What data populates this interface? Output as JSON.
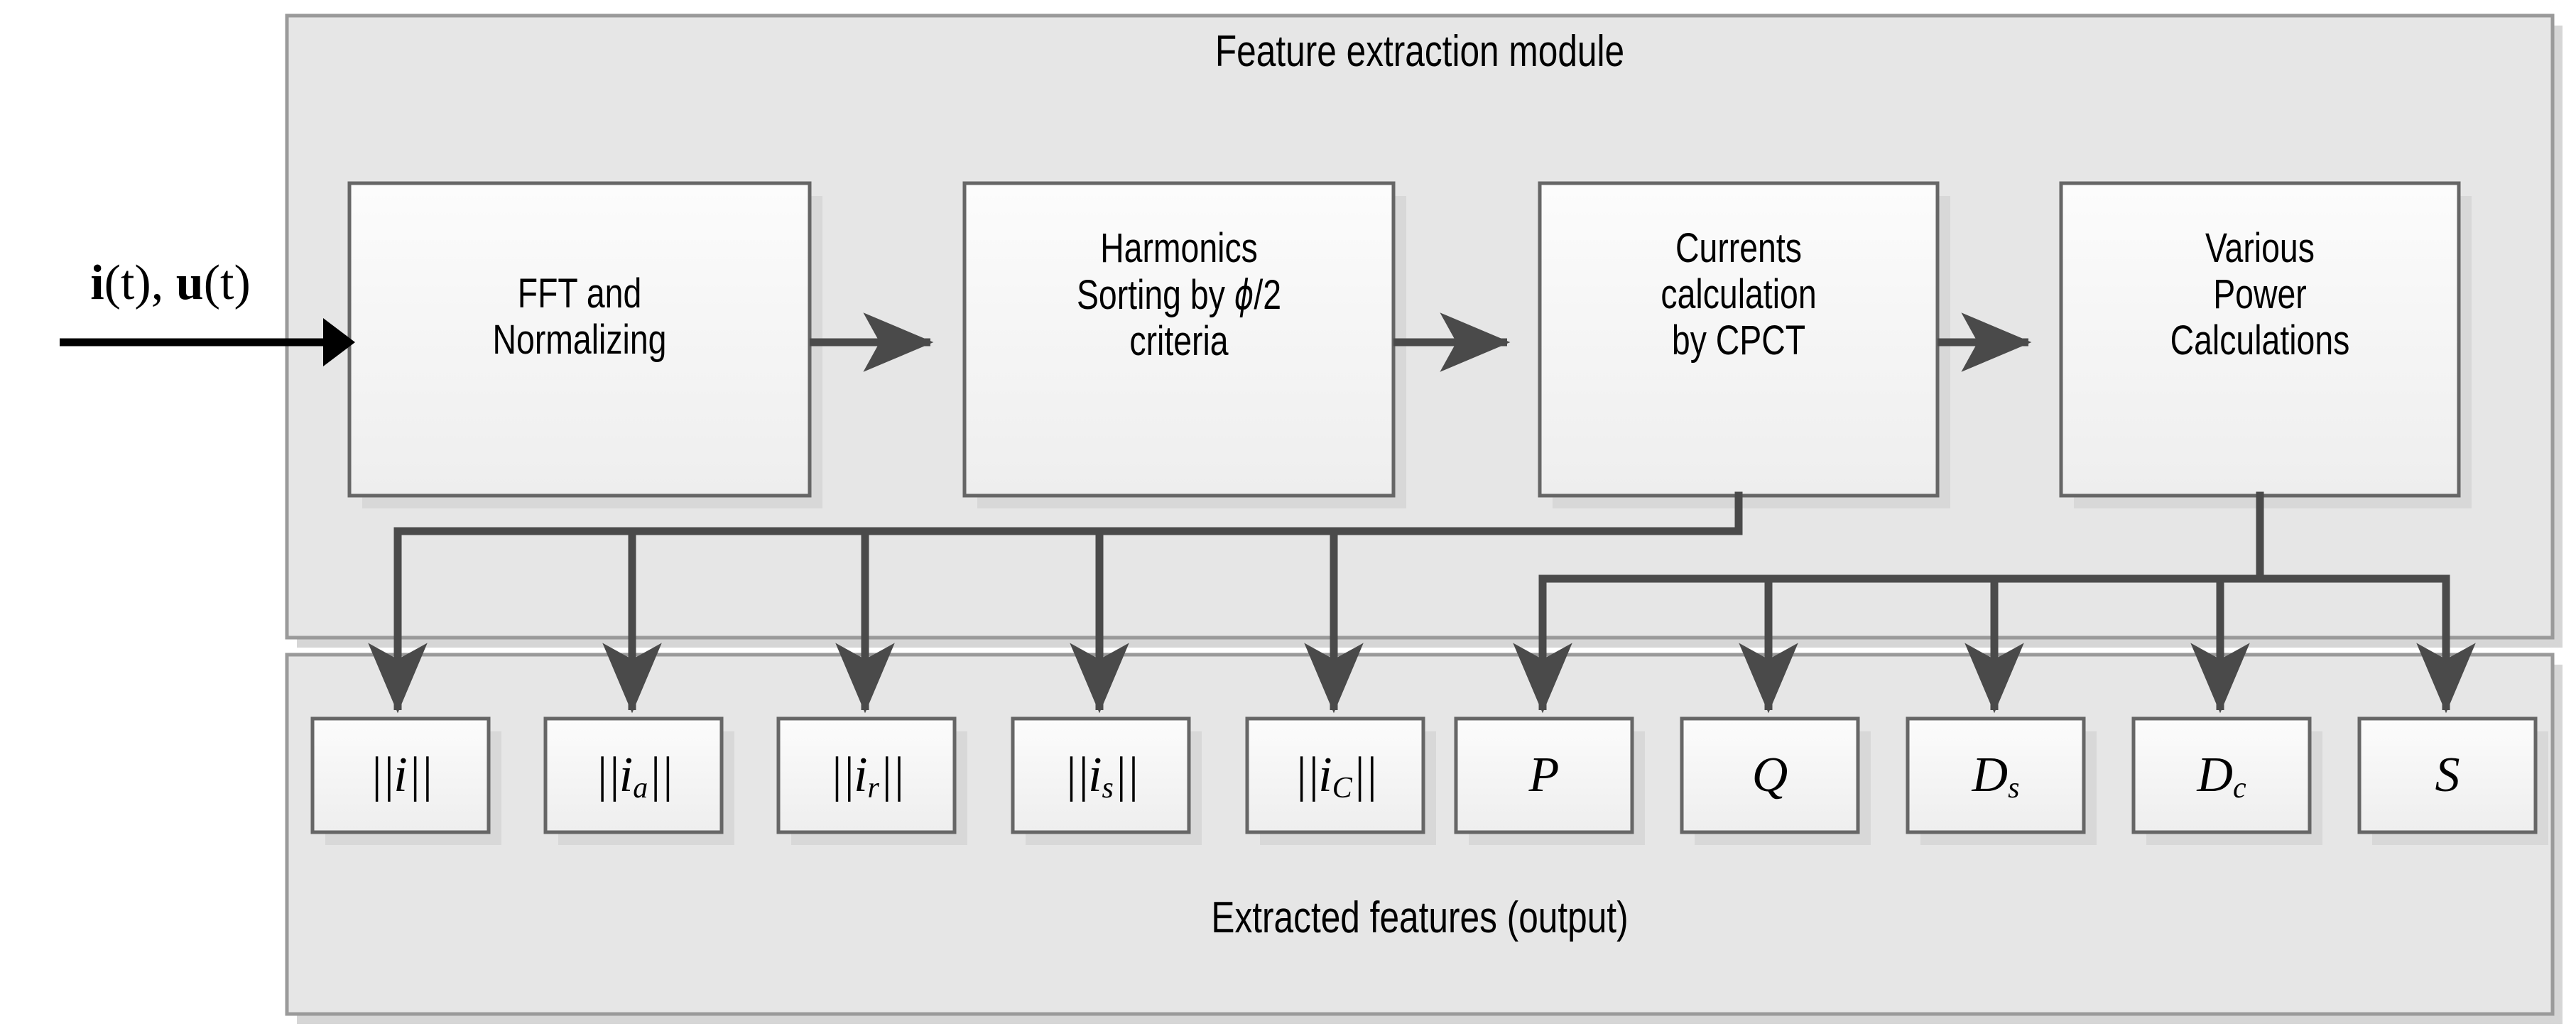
{
  "diagram": {
    "title": "Feature extraction module",
    "input_signal_label": "i(t), u(t)",
    "output_panel_title": "Extracted features (output)",
    "colors": {
      "panel_fill": "#e6e6e6",
      "panel_border": "#9a9a9a",
      "box_fill_top": "#fbfbfb",
      "box_fill_bottom": "#f0f0f0",
      "box_border": "#666666",
      "connector": "#4a4a4a",
      "shadow": "#d4d4d4",
      "text": "#000000",
      "page_background": "#ffffff"
    },
    "pipeline": [
      {
        "id": "fft",
        "lines": [
          "FFT and",
          "Normalizing"
        ]
      },
      {
        "id": "harmonics",
        "lines": [
          "Harmonics",
          "Sorting by ϕ/2",
          "criteria"
        ]
      },
      {
        "id": "currents",
        "lines": [
          "Currents",
          "calculation",
          "by CPCT"
        ]
      },
      {
        "id": "powers",
        "lines": [
          "Various",
          "Power",
          "Calculations"
        ]
      }
    ],
    "features": [
      {
        "id": "i-norm",
        "base": "||i||",
        "symbol": "||i||",
        "sub": "",
        "group": "currents"
      },
      {
        "id": "ia-norm",
        "base": "||i",
        "symbol": "||i||",
        "sub": "a",
        "group": "currents"
      },
      {
        "id": "ir-norm",
        "base": "||i",
        "symbol": "||i||",
        "sub": "r",
        "group": "currents"
      },
      {
        "id": "is-norm",
        "base": "||i",
        "symbol": "||i||",
        "sub": "s",
        "group": "currents"
      },
      {
        "id": "ic-norm",
        "base": "||i",
        "symbol": "||i||",
        "sub": "C",
        "group": "currents"
      },
      {
        "id": "P",
        "base": "P",
        "symbol": "P",
        "sub": "",
        "group": "power"
      },
      {
        "id": "Q",
        "base": "Q",
        "symbol": "Q",
        "sub": "",
        "group": "power"
      },
      {
        "id": "Ds",
        "base": "D",
        "symbol": "D",
        "sub": "s",
        "group": "power"
      },
      {
        "id": "Dc",
        "base": "D",
        "symbol": "D",
        "sub": "c",
        "group": "power"
      },
      {
        "id": "S",
        "base": "S",
        "symbol": "S",
        "sub": "",
        "group": "power"
      }
    ],
    "connections": [
      {
        "from": "input",
        "to": "fft",
        "kind": "arrow-right"
      },
      {
        "from": "fft",
        "to": "harmonics",
        "kind": "arrow-right"
      },
      {
        "from": "harmonics",
        "to": "currents",
        "kind": "arrow-right"
      },
      {
        "from": "currents",
        "to": "powers",
        "kind": "arrow-right"
      },
      {
        "from": "currents",
        "to": "currents-bus",
        "kind": "bus-down"
      },
      {
        "from": "powers",
        "to": "power-bus",
        "kind": "bus-down"
      }
    ]
  }
}
